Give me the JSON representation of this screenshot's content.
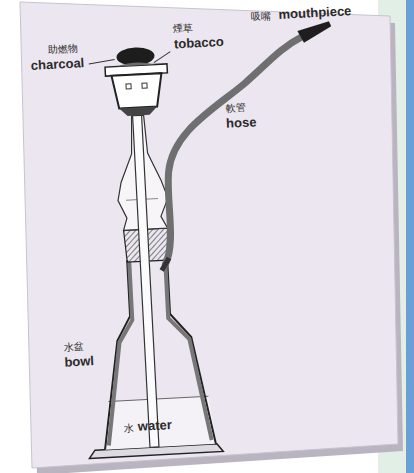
{
  "diagram": {
    "labels": [
      "助燃物",
      "charcoal",
      "煙草",
      "tobacco",
      "吸嘴",
      "mouthpiece",
      "軟管",
      "hose",
      "水盆",
      "bowl",
      "水",
      "water"
    ]
  }
}
